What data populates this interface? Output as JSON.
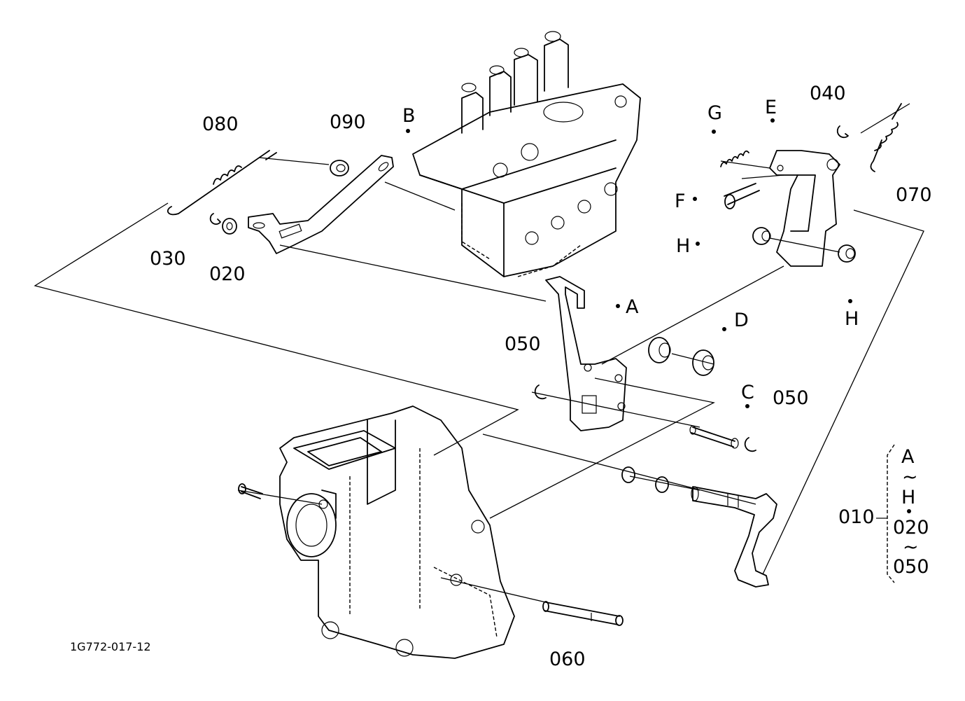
{
  "diagram_id": "1G772-017-12",
  "labels": {
    "p080": "080",
    "p090": "090",
    "B": "B",
    "p030": "030",
    "p020": "020",
    "A": "A",
    "G": "G",
    "E": "E",
    "p040": "040",
    "F": "F",
    "p070": "070",
    "H1": "H",
    "H2": "H",
    "D": "D",
    "p050a": "050",
    "C": "C",
    "p050b": "050",
    "p060": "060"
  },
  "kit": {
    "number": "010",
    "range_a_from": "A",
    "range_a_tilde": "~",
    "range_a_to": "H",
    "separator": "·",
    "range_b_from": "020",
    "range_b_tilde": "~",
    "range_b_to": "050"
  }
}
